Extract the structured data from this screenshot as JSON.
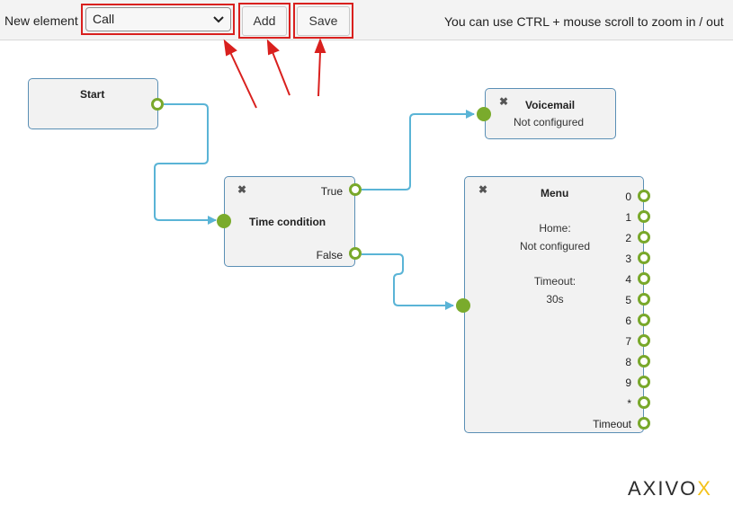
{
  "toolbar": {
    "new_element_label": "New element",
    "select_value": "Call",
    "add_label": "Add",
    "save_label": "Save",
    "hint": "You can use CTRL + mouse scroll to zoom in / out"
  },
  "nodes": {
    "start": {
      "title": "Start"
    },
    "time_condition": {
      "title": "Time condition",
      "out_true": "True",
      "out_false": "False"
    },
    "voicemail": {
      "title": "Voicemail",
      "status": "Not configured"
    },
    "menu": {
      "title": "Menu",
      "home_label": "Home:",
      "home_value": "Not configured",
      "timeout_label": "Timeout:",
      "timeout_value": "30s",
      "outputs": [
        "0",
        "1",
        "2",
        "3",
        "4",
        "5",
        "6",
        "7",
        "8",
        "9",
        "*",
        "Timeout"
      ]
    }
  },
  "brand": {
    "left": "AXIVO",
    "right": "X"
  },
  "colors": {
    "connector": "#5ab4d6",
    "port": "#7aab2c",
    "annotation": "#d9201e"
  },
  "icons": {
    "close": "close-icon",
    "dropdown": "chevron-down-icon"
  }
}
